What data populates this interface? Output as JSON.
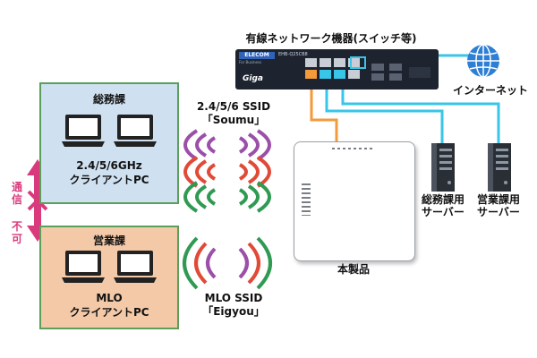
{
  "switch": {
    "caption": "有線ネットワーク機器(スイッチ等)",
    "brand": "ELECOM",
    "model": "EHB-Q25CB8",
    "tagline": "For Business",
    "logo": "Giga"
  },
  "internet": {
    "label": "インターネット",
    "icon": "globe-icon"
  },
  "servers": [
    {
      "line1": "総務課用",
      "line2": "サーバー"
    },
    {
      "line1": "営業課用",
      "line2": "サーバー"
    }
  ],
  "ap": {
    "label": "本製品"
  },
  "groups": {
    "soumu": {
      "title": "総務課",
      "pc_line1": "2.4/5/6GHz",
      "pc_line2": "クライアントPC"
    },
    "eigyo": {
      "title": "営業課",
      "pc_line1": "MLO",
      "pc_line2": "クライアントPC"
    }
  },
  "ssid": {
    "soumu_line1": "2.4/5/6 SSID",
    "soumu_line2": "「Soumu」",
    "eigyo_line1": "MLO SSID",
    "eigyo_line2": "「Eigyou」"
  },
  "blocked": {
    "label_chars": [
      "通",
      "信",
      "不",
      "可"
    ]
  },
  "colors": {
    "green_border": "#5aa05a",
    "soumu_bg": "#cfe1f1",
    "eigyo_bg": "#f3c9a8",
    "cable_orange": "#f39a3a",
    "cable_cyan": "#38c6e8",
    "arrow_pink": "#d93a7c",
    "wave_purple": "#9b4fa8",
    "wave_red": "#e04a36",
    "wave_green": "#2f9a52",
    "switch_body": "#1d2430"
  }
}
